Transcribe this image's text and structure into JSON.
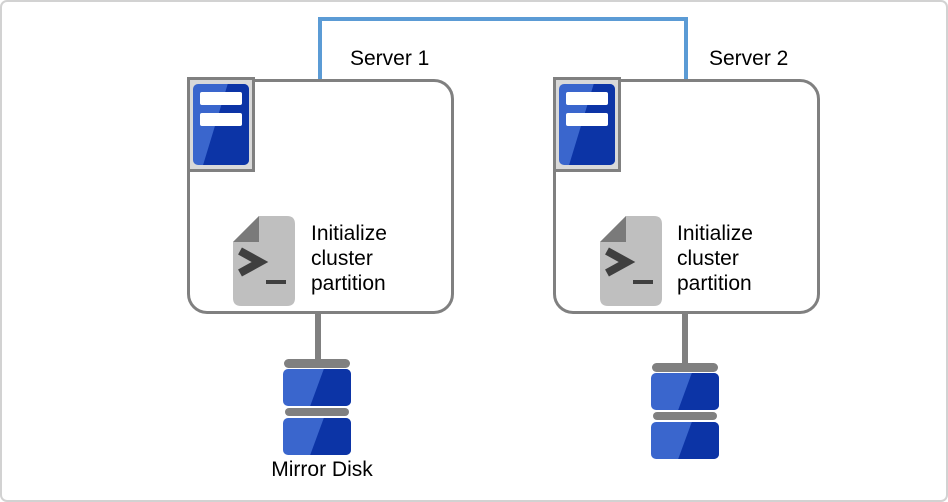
{
  "colors": {
    "canvas-border": "#d2d2d2",
    "box-border": "#808080",
    "connector-blue": "#5b9bd5",
    "icon-frame-bg": "#d9d9d9",
    "blue-light": "#3a66cd",
    "blue-dark": "#0c34a6",
    "page-gray": "#bfbfbf",
    "fold-gray": "#7a7a7a",
    "glyph-dark": "#3f3f3f",
    "text": "#000000"
  },
  "servers": [
    {
      "label": "Server 1",
      "action": "Initialize\ncluster\npartition"
    },
    {
      "label": "Server 2",
      "action": "Initialize\ncluster\npartition"
    }
  ],
  "mirror_disk": {
    "label": "Mirror Disk"
  },
  "icons": {
    "server": "server-tower-icon",
    "script": "terminal-script-icon",
    "disk": "mirror-disk-stack-icon",
    "link": "heartbeat-link-line"
  }
}
